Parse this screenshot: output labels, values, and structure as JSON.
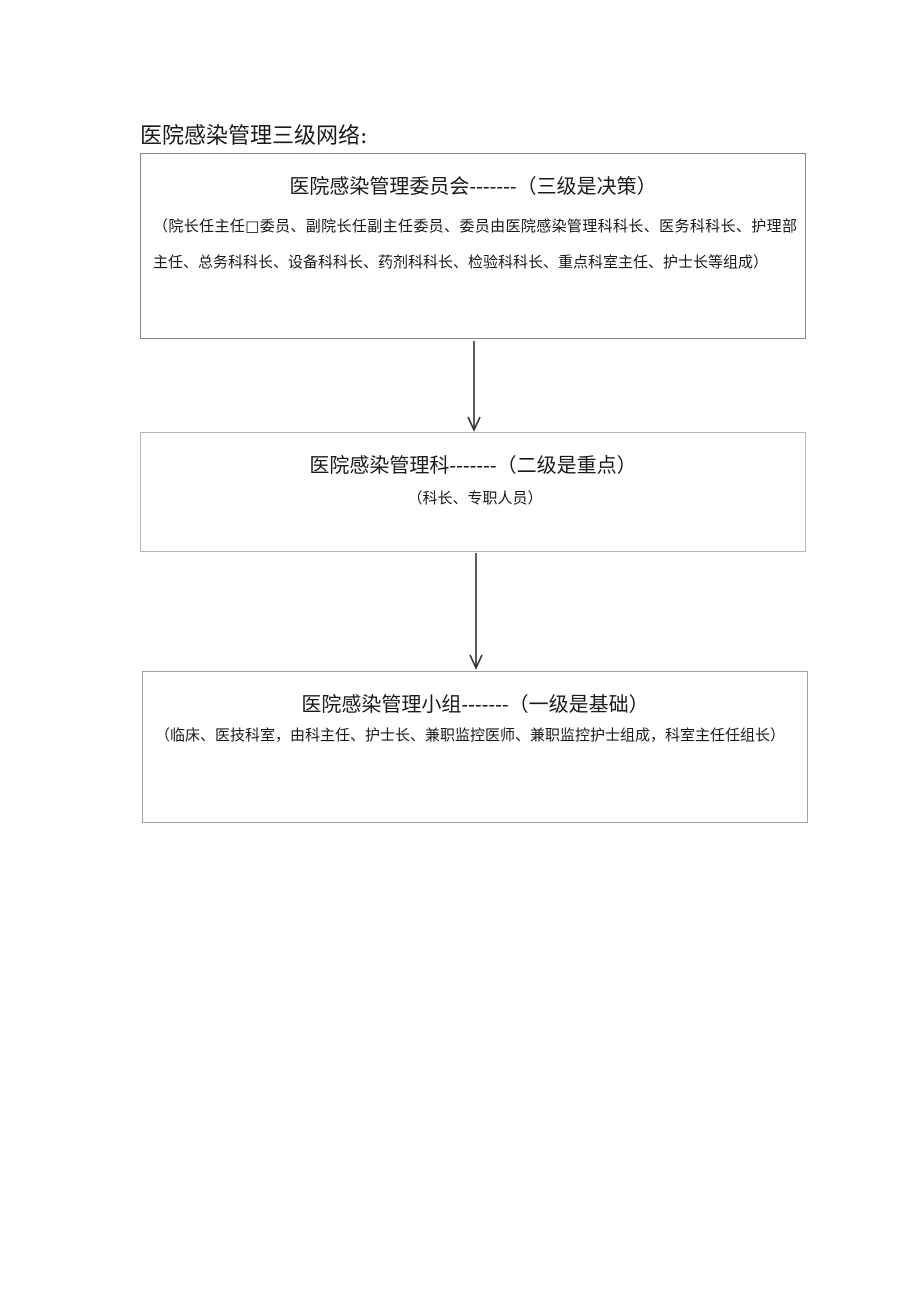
{
  "document": {
    "title": "医院感染管理三级网络:"
  },
  "levels": [
    {
      "heading": "医院感染管理委员会-------（三级是决策）",
      "detail": "（院长任主任□委员、副院长任副主任委员、委员由医院感染管理科科长、医务科科长、护理部主任、总务科科长、设备科科长、药剂科科长、检验科科长、重点科室主任、护士长等组成）"
    },
    {
      "heading": "医院感染管理科-------（二级是重点）",
      "detail": "（科长、专职人员）"
    },
    {
      "heading": "医院感染管理小组-------（一级是基础）",
      "detail": "（临床、医技科室，由科主任、护士长、兼职监控医师、兼职监控护士组成，科室主任任组长）"
    }
  ],
  "colors": {
    "box_border": "#8a8a8a",
    "arrow": "#333333",
    "text": "#1a1a1a"
  }
}
